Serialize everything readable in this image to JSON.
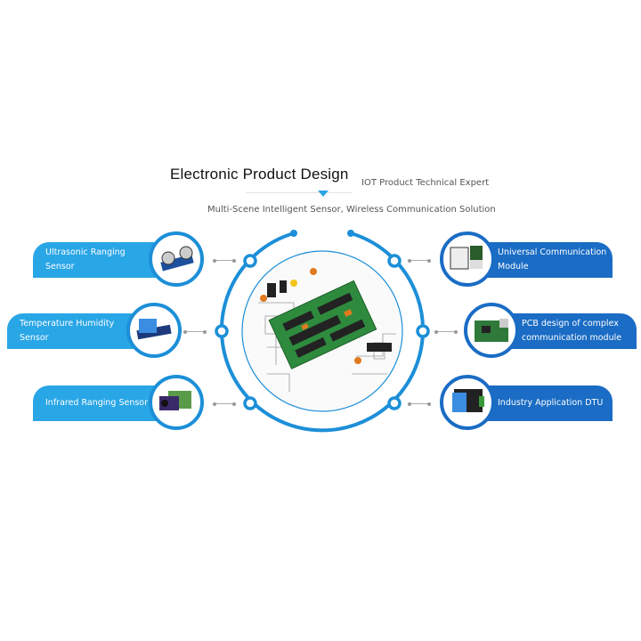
{
  "header": {
    "title": "Electronic Product Design",
    "tagline": "IOT Product Technical Expert",
    "subtitle": "Multi-Scene Intelligent Sensor, Wireless Communication Solution"
  },
  "left_items": [
    {
      "label": "Ultrasonic Ranging Sensor",
      "icon": "ultrasonic-sensor-icon"
    },
    {
      "label": "Temperature  Humidity Sensor",
      "icon": "humidity-sensor-icon"
    },
    {
      "label": "Infrared Ranging Sensor",
      "icon": "infrared-sensor-icon"
    }
  ],
  "right_items": [
    {
      "label": "Universal Communication Module",
      "icon": "communication-module-icon"
    },
    {
      "label": "PCB design of complex communication module",
      "icon": "pcb-board-icon"
    },
    {
      "label": "Industry Application DTU",
      "icon": "dtu-device-icon"
    }
  ],
  "colors": {
    "light_blue": "#29a6e6",
    "dark_blue": "#1a6cc4",
    "ring": "#1c8fd8"
  }
}
